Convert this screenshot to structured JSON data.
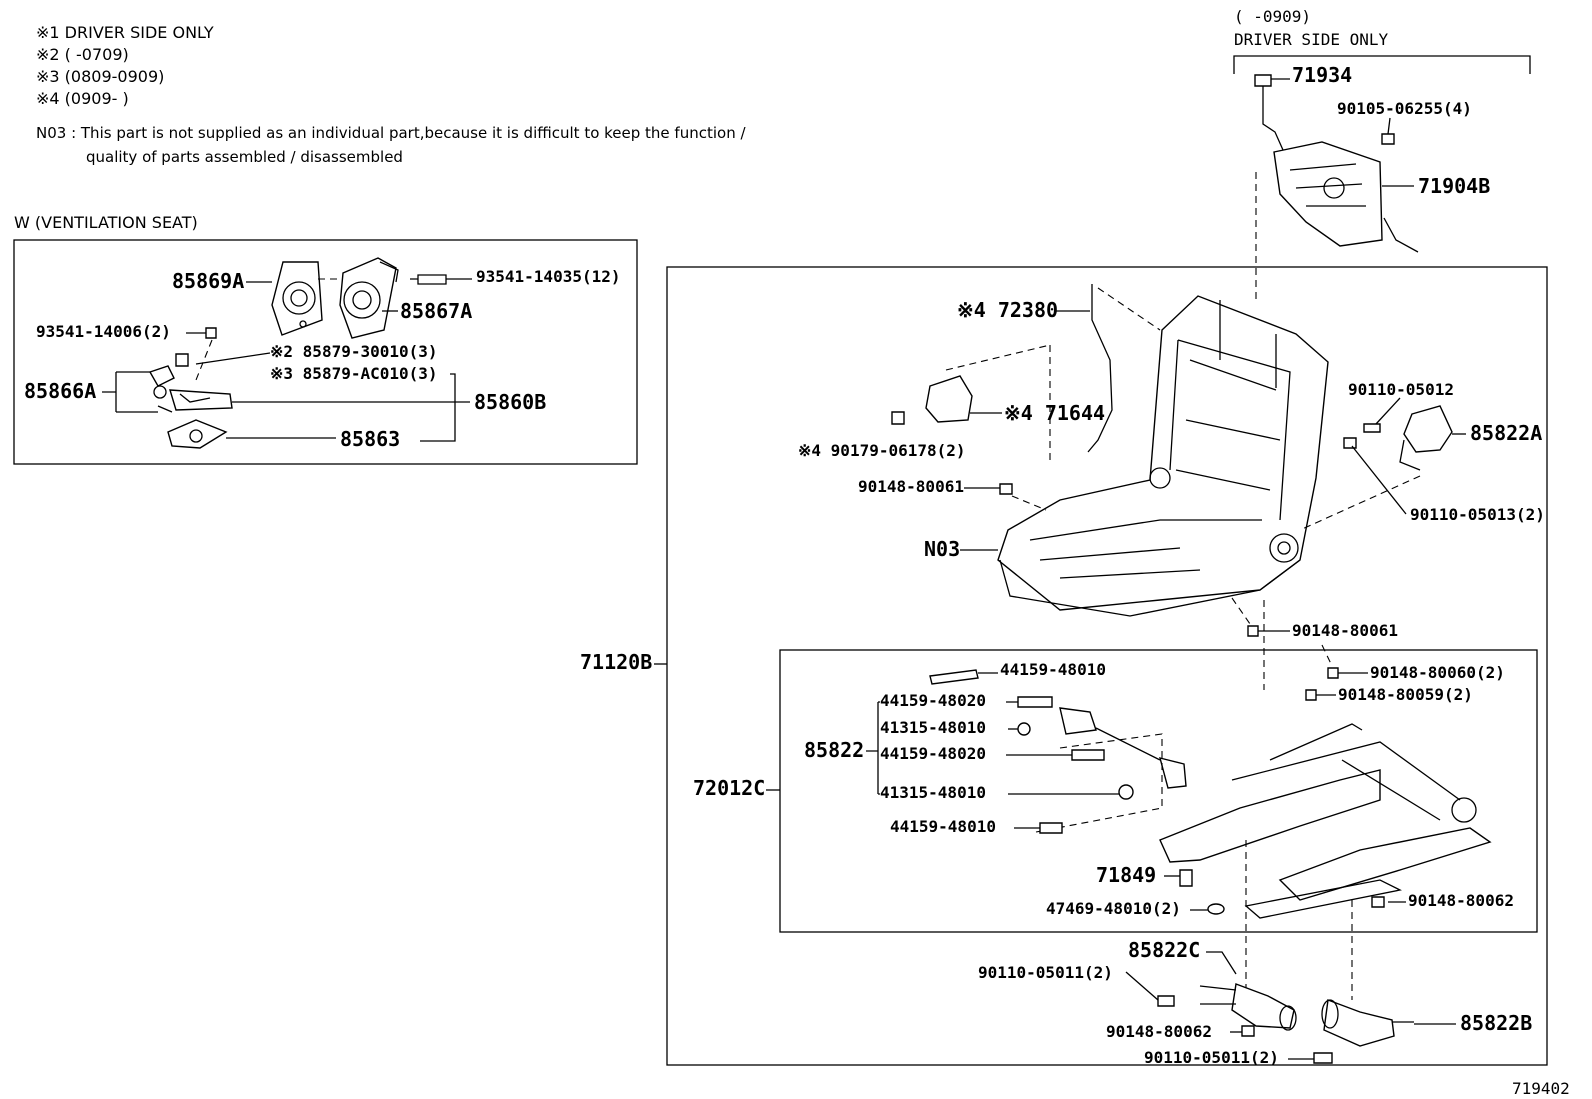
{
  "notes": {
    "n1": "※1  DRIVER  SIDE  ONLY",
    "n2": "※2  (          -0709)",
    "n3": "※3  (0809-0909)",
    "n4": "※4  (0909-          )",
    "n03_line1": "N03 : This part is not supplied as an individual part,because it is difficult to keep the function /",
    "n03_line2": "quality of parts assembled / disassembled"
  },
  "ventilation_box": {
    "title": "W (VENTILATION  SEAT)",
    "labels": {
      "p85869A": "85869A",
      "p85867A": "85867A",
      "p93541_14035": "93541-14035(12)",
      "p93541_14006": "93541-14006(2)",
      "p85879_30010": "※2 85879-30010(3)",
      "p85879_AC010": "※3 85879-AC010(3)",
      "p85866A": "85866A",
      "p85860B": "85860B",
      "p85863": "85863"
    }
  },
  "driver_box": {
    "range": "(          -0909)",
    "title": "DRIVER  SIDE  ONLY",
    "labels": {
      "p71934": "71934",
      "p90105": "90105-06255(4)",
      "p71904B": "71904B"
    }
  },
  "main": {
    "labels": {
      "p72380": "※4 72380",
      "p71644": "※4 71644",
      "p90179": "※4 90179-06178(2)",
      "p90148_80061a": "90148-80061",
      "pN03": "N03",
      "p90110_05012": "90110-05012",
      "p85822A": "85822A",
      "p90110_05013": "90110-05013(2)",
      "p90148_80061b": "90148-80061",
      "p71120B": "71120B",
      "p90148_80060": "90148-80060(2)",
      "p90148_80059": "90148-80059(2)",
      "p44159_48010a": "44159-48010",
      "p44159_48020a": "44159-48020",
      "p41315_48010a": "41315-48010",
      "p85822": "85822",
      "p44159_48020b": "44159-48020",
      "p72012C": "72012C",
      "p41315_48010b": "41315-48010",
      "p44159_48010b": "44159-48010",
      "p71849": "71849",
      "p47469": "47469-48010(2)",
      "p90148_80062a": "90148-80062",
      "p85822C": "85822C",
      "p90110_05011a": "90110-05011(2)",
      "p90148_80062b": "90148-80062",
      "p85822B": "85822B",
      "p90110_05011b": "90110-05011(2)"
    }
  },
  "figure_id": "719402"
}
